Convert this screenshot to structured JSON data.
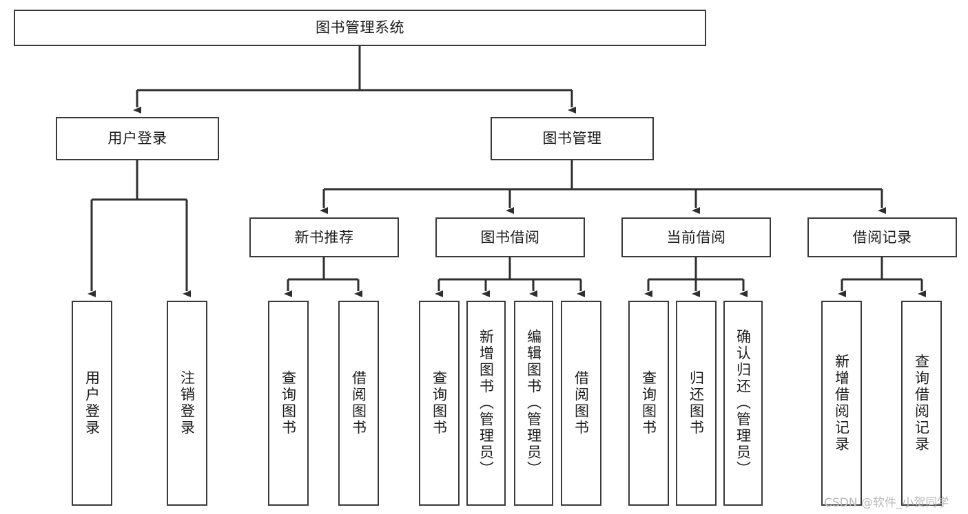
{
  "diagram": {
    "title": "图书管理系统",
    "type": "tree",
    "root": {
      "label": "图书管理系统"
    },
    "level2": [
      {
        "label": "用户登录"
      },
      {
        "label": "图书管理"
      }
    ],
    "level3": [
      {
        "label": "新书推荐"
      },
      {
        "label": "图书借阅"
      },
      {
        "label": "当前借阅"
      },
      {
        "label": "借阅记录"
      }
    ],
    "leaves": [
      {
        "label": "用户登录",
        "parent": "用户登录"
      },
      {
        "label": "注销登录",
        "parent": "用户登录"
      },
      {
        "label": "查询图书",
        "parent": "新书推荐"
      },
      {
        "label": "借阅图书",
        "parent": "新书推荐"
      },
      {
        "label": "查询图书",
        "parent": "图书借阅"
      },
      {
        "label": "新增图书（管理员）",
        "parent": "图书借阅"
      },
      {
        "label": "编辑图书（管理员）",
        "parent": "图书借阅"
      },
      {
        "label": "借阅图书",
        "parent": "图书借阅"
      },
      {
        "label": "查询图书",
        "parent": "当前借阅"
      },
      {
        "label": "归还图书",
        "parent": "当前借阅"
      },
      {
        "label": "确认归还（管理员）",
        "parent": "当前借阅"
      },
      {
        "label": "新增借阅记录",
        "parent": "借阅记录"
      },
      {
        "label": "查询借阅记录",
        "parent": "借阅记录"
      }
    ]
  },
  "watermark": {
    "text": "CSDN @软件_小贺同学"
  },
  "colors": {
    "stroke": "#3a3a3a",
    "fill": "#ffffff",
    "text": "#1b1b1b",
    "watermark": "#b9b9b9"
  }
}
